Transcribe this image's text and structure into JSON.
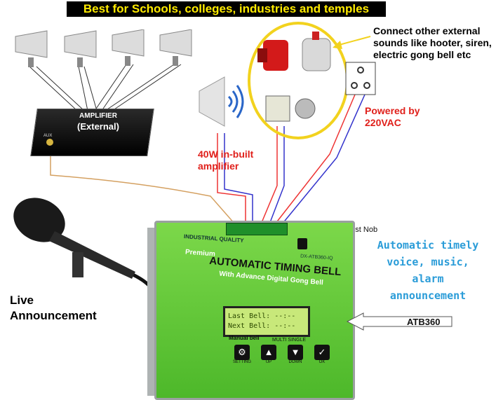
{
  "banner": "Best for Schools, colleges, industries and temples",
  "amplifier": {
    "title": "AMPLIFIER",
    "subtitle": "(External)",
    "aux_label": "AUX"
  },
  "external_sounds": "Connect other external sounds like hooter, siren, electric gong  bell etc",
  "power": {
    "line1": "Powered by",
    "line2": "220VAC"
  },
  "inbuilt_amp": {
    "line1": "40W in-built",
    "line2": "amplifier"
  },
  "sound_adjust": "Sound Adjust Nob",
  "announcement": [
    "Automatic timely",
    "voice, music,",
    "alarm",
    "announcement"
  ],
  "live": {
    "line1": "Live",
    "line2": "Announcement"
  },
  "callout_label": "ATB360",
  "device": {
    "quality": "INDUSTRIAL QUALITY",
    "model": "DX-ATB360-IQ",
    "premium": "Premium",
    "title": "AUTOMATIC TIMING BELL",
    "subtitle": "With Advance Digital Gong Bell",
    "lcd_line1": "Last Bell: --:--",
    "lcd_line2": "Next Bell: --:--",
    "manual_bell": "Manual bell",
    "multi_single": "MULTI SINGLE",
    "buttons": [
      {
        "label": "SETTING",
        "icon": "gear-icon",
        "glyph": "⚙"
      },
      {
        "label": "UP",
        "icon": "up-arrow-icon",
        "glyph": "▲"
      },
      {
        "label": "DOWN",
        "icon": "down-arrow-icon",
        "glyph": "▼"
      },
      {
        "label": "OK",
        "icon": "check-icon",
        "glyph": "✓"
      }
    ]
  },
  "colors": {
    "device_green": "#5cc634",
    "banner_bg": "#000000",
    "banner_text": "#ffeb00",
    "accent_red": "#e0201b",
    "mono_blue": "#2a9cd8",
    "highlight_ring": "#f2d21e"
  }
}
